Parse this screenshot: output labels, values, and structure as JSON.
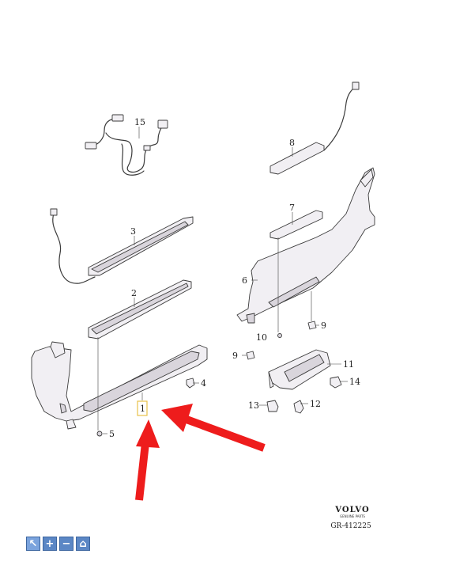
{
  "callouts": [
    {
      "id": "1",
      "label": "1"
    },
    {
      "id": "2",
      "label": "2"
    },
    {
      "id": "3",
      "label": "3"
    },
    {
      "id": "4",
      "label": "4"
    },
    {
      "id": "5",
      "label": "5"
    },
    {
      "id": "6",
      "label": "6"
    },
    {
      "id": "7",
      "label": "7"
    },
    {
      "id": "8",
      "label": "8"
    },
    {
      "id": "9a",
      "label": "9"
    },
    {
      "id": "9b",
      "label": "9"
    },
    {
      "id": "10",
      "label": "10"
    },
    {
      "id": "11",
      "label": "11"
    },
    {
      "id": "12",
      "label": "12"
    },
    {
      "id": "13",
      "label": "13"
    },
    {
      "id": "14",
      "label": "14"
    },
    {
      "id": "15",
      "label": "15"
    }
  ],
  "highlighted_part": "1",
  "brand": {
    "name": "VOLVO",
    "tagline": "GENUINE PARTS",
    "reference": "GR-412225"
  },
  "toolbar": {
    "buttons": [
      {
        "name": "pointer",
        "glyph": "↖",
        "icon": "cursor-icon"
      },
      {
        "name": "zoom-in",
        "glyph": "+",
        "icon": "plus-icon"
      },
      {
        "name": "zoom-out",
        "glyph": "−",
        "icon": "minus-icon"
      },
      {
        "name": "home",
        "glyph": "⌂",
        "icon": "home-icon"
      }
    ]
  },
  "colors": {
    "arrow": "#ee1c1c",
    "highlight_box": "#e8c14a",
    "toolbar": "#5b87c5"
  }
}
